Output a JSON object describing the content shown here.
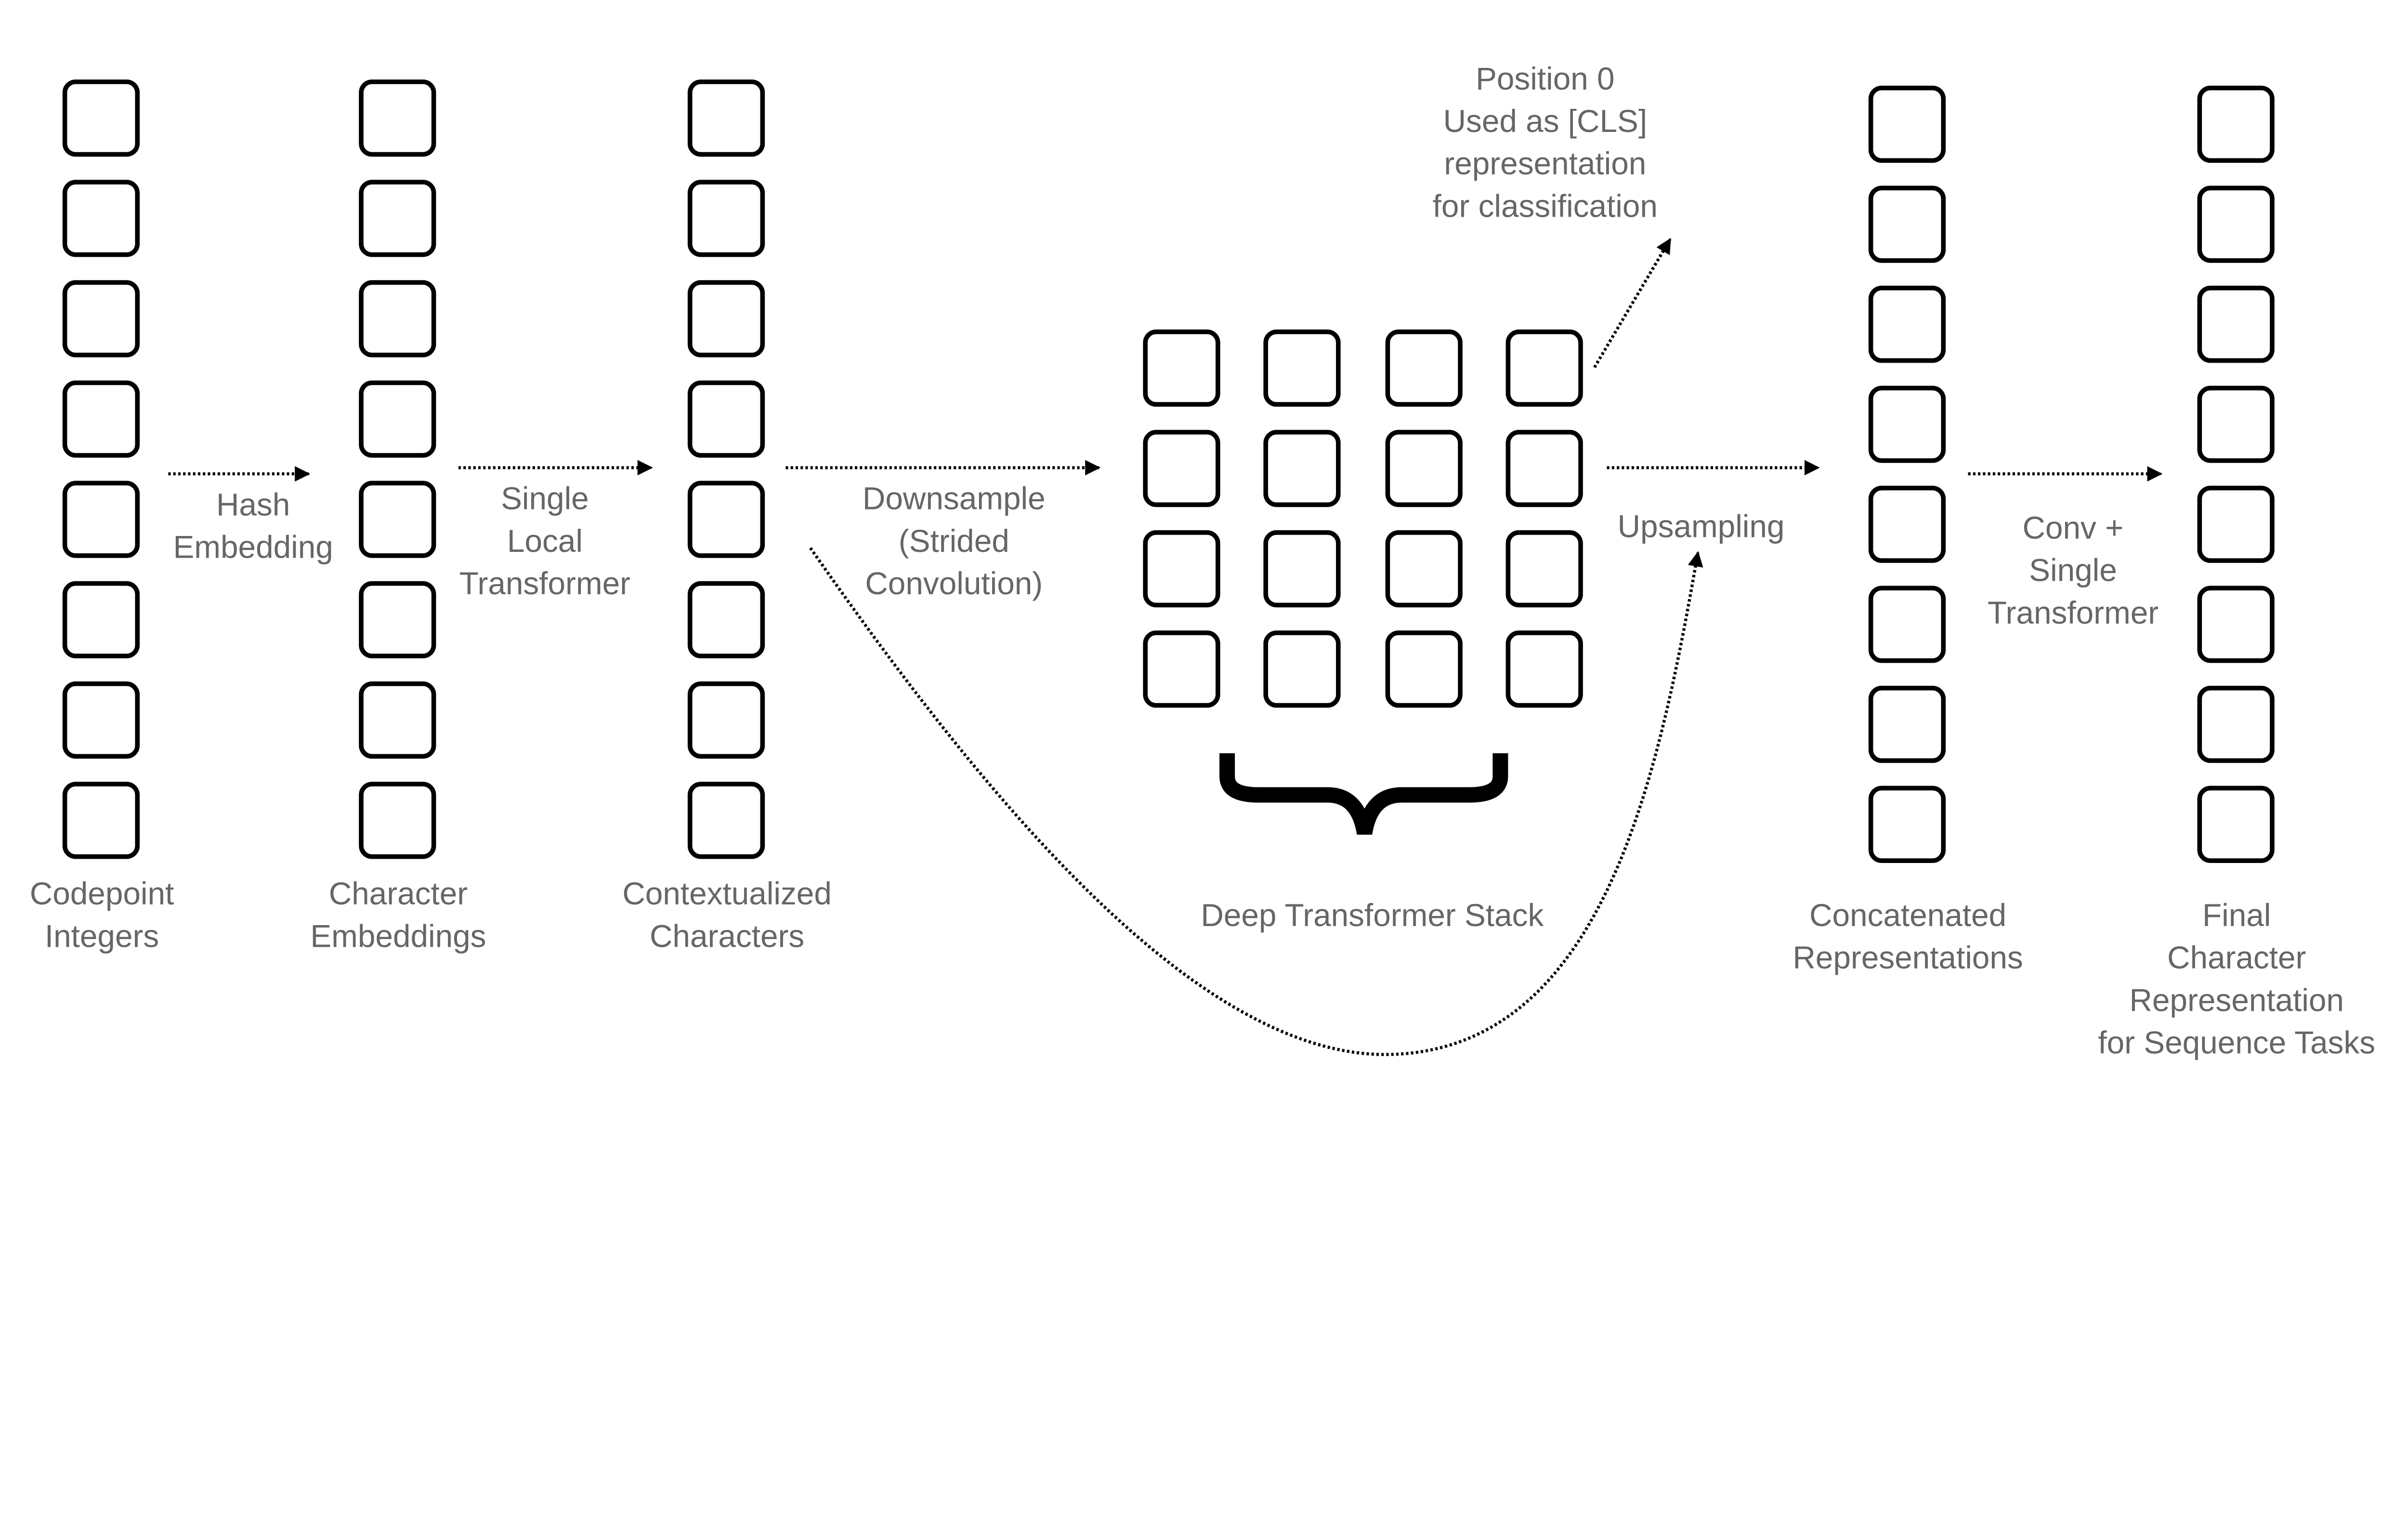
{
  "columns": [
    {
      "id": "codepoint",
      "label": [
        "Codepoint",
        "Integers"
      ]
    },
    {
      "id": "char-emb",
      "label": [
        "Character",
        "Embeddings"
      ]
    },
    {
      "id": "contextual",
      "label": [
        "Contextualized",
        "Characters"
      ]
    },
    {
      "id": "concat",
      "label": [
        "Concatenated",
        "Representations"
      ]
    },
    {
      "id": "final",
      "label": [
        "Final",
        "Character",
        "Representation",
        "for Sequence Tasks"
      ]
    }
  ],
  "edges": [
    {
      "label": [
        "Hash",
        "Embedding"
      ]
    },
    {
      "label": [
        "Single",
        "Local",
        "Transformer"
      ]
    },
    {
      "label": [
        "Downsample",
        "(Strided",
        "Convolution)"
      ]
    },
    {
      "label": [
        "Upsampling"
      ]
    },
    {
      "label": [
        "Conv +",
        "Single",
        "Transformer"
      ]
    }
  ],
  "stack": {
    "label": "Deep Transformer Stack",
    "rows": 4,
    "cols": 4
  },
  "cls_note": [
    "Position 0",
    "Used as [CLS]",
    "representation",
    "for classification"
  ],
  "column_cells": 8,
  "colors": {
    "stroke": "#000000",
    "text": "#666666"
  }
}
